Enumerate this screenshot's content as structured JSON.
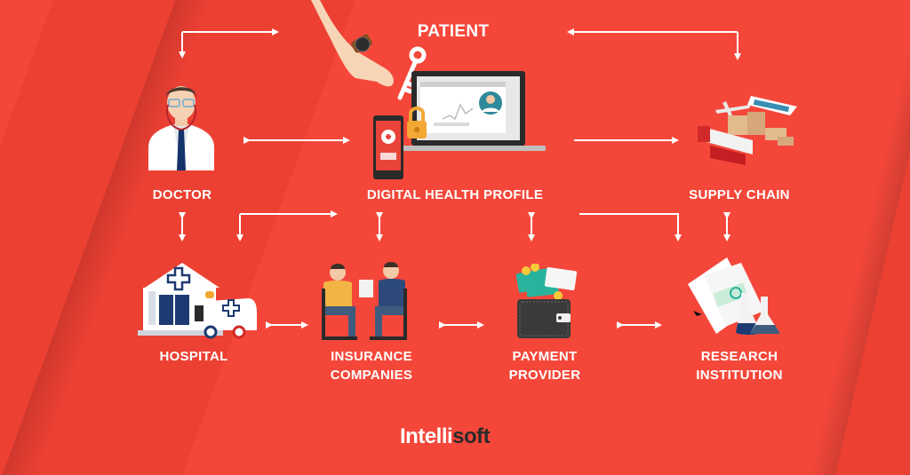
{
  "diagram": {
    "title_node": "PATIENT",
    "nodes": {
      "patient": {
        "label": "PATIENT"
      },
      "doctor": {
        "label": "DOCTOR"
      },
      "digital_health_profile": {
        "label": "DIGITAL HEALTH PROFILE"
      },
      "supply_chain": {
        "label": "SUPPLY CHAIN"
      },
      "hospital": {
        "label": "HOSPITAL"
      },
      "insurance": {
        "label_line1": "INSURANCE",
        "label_line2": "COMPANIES"
      },
      "payment": {
        "label_line1": "PAYMENT",
        "label_line2": "PROVIDER"
      },
      "research": {
        "label_line1": "RESEARCH",
        "label_line2": "INSTITUTION"
      }
    },
    "connections": [
      {
        "from": "patient",
        "to": "doctor",
        "type": "elbow"
      },
      {
        "from": "patient",
        "to": "supply_chain",
        "type": "elbow"
      },
      {
        "from": "doctor",
        "to": "digital_health_profile",
        "type": "bidirectional"
      },
      {
        "from": "digital_health_profile",
        "to": "supply_chain",
        "type": "directed"
      },
      {
        "from": "doctor",
        "to": "hospital",
        "type": "bidirectional"
      },
      {
        "from": "digital_health_profile",
        "to": "hospital",
        "type": "elbow"
      },
      {
        "from": "digital_health_profile",
        "to": "insurance",
        "type": "bidirectional"
      },
      {
        "from": "digital_health_profile",
        "to": "payment",
        "type": "bidirectional"
      },
      {
        "from": "digital_health_profile",
        "to": "research",
        "type": "elbow"
      },
      {
        "from": "supply_chain",
        "to": "research",
        "type": "bidirectional"
      },
      {
        "from": "hospital",
        "to": "insurance",
        "type": "bidirectional"
      },
      {
        "from": "insurance",
        "to": "payment",
        "type": "bidirectional"
      },
      {
        "from": "payment",
        "to": "research",
        "type": "bidirectional"
      }
    ]
  },
  "brand": {
    "logo_part1": "Intelli",
    "logo_part2": "soft"
  },
  "colors": {
    "background": "#f4473a",
    "text": "#ffffff",
    "logo_dark": "#2a2a2a",
    "navy": "#1f3a6b"
  }
}
